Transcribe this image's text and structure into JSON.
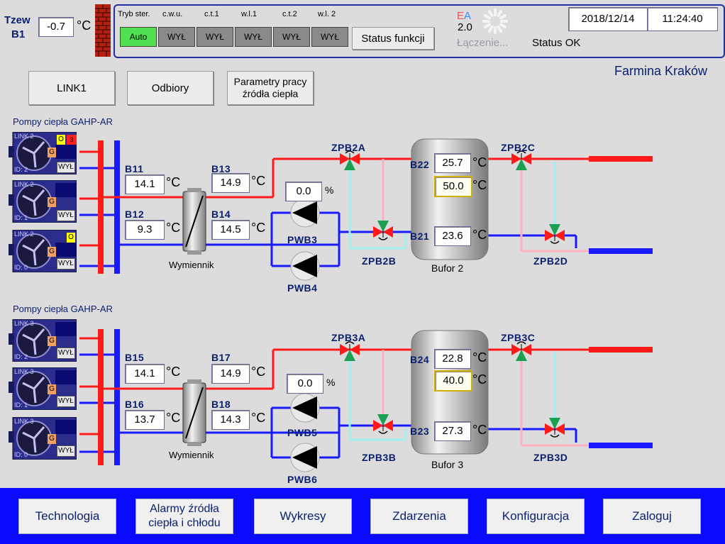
{
  "header": {
    "tzew_label": "Tzew",
    "tzew_sensor": "B1",
    "tzew_value": "-0.7",
    "unit_c": "°C",
    "mode_labels": [
      "Tryb ster.",
      "c.w.u.",
      "c.t.1",
      "w.l.1",
      "c.t.2",
      "w.l. 2"
    ],
    "mode_buttons": [
      "Auto",
      "WYŁ",
      "WYŁ",
      "WYŁ",
      "WYŁ",
      "WYŁ"
    ],
    "status_funkcji": "Status funkcji",
    "ea_e": "E",
    "ea_a": "A",
    "ea_version": "2.0",
    "connecting": "Łączenie...",
    "status_ok": "Status OK",
    "date": "2018/12/14",
    "time": "11:24:40",
    "site": "Farmina Kraków"
  },
  "nav": {
    "link1": "LINK1",
    "odbiory": "Odbiory",
    "parametry": "Parametry pracy źródła ciepła"
  },
  "group1": {
    "title": "Pompy ciepła GAHP-AR",
    "units": [
      {
        "link": "LINK 2",
        "id": "ID: 2",
        "g": "G",
        "o": "O",
        "alarm": "3",
        "wyl": "WYŁ"
      },
      {
        "link": "LINK 2",
        "id": "ID: 1",
        "g": "G",
        "wyl": "WYŁ"
      },
      {
        "link": "LINK 2",
        "id": "ID: 0",
        "g": "G",
        "o": "O",
        "wyl": "WYŁ"
      }
    ],
    "sensors": {
      "b11": "B11",
      "b11v": "14.1",
      "b12": "B12",
      "b12v": "9.3",
      "b13": "B13",
      "b13v": "14.9",
      "b14": "B14",
      "b14v": "14.5"
    },
    "exchanger": "Wymiennik",
    "pump_pct": "0.0",
    "pct": "%",
    "pumps": [
      "PWB3",
      "PWB4"
    ],
    "valves": [
      "ZPB2A",
      "ZPB2B",
      "ZPB2C",
      "ZPB2D"
    ],
    "buffer": {
      "name": "Bufor 2",
      "b22": "B22",
      "b22v": "25.7",
      "setpoint": "50.0",
      "b21": "B21",
      "b21v": "23.6"
    }
  },
  "group2": {
    "title": "Pompy ciepła GAHP-AR",
    "units": [
      {
        "link": "LINK 3",
        "id": "ID: 2",
        "g": "G",
        "wyl": "WYŁ"
      },
      {
        "link": "LINK 3",
        "id": "ID: 1",
        "g": "G",
        "wyl": "WYŁ"
      },
      {
        "link": "LINK 3",
        "id": "ID: 0",
        "g": "G",
        "wyl": "WYŁ"
      }
    ],
    "sensors": {
      "b15": "B15",
      "b15v": "14.1",
      "b16": "B16",
      "b16v": "13.7",
      "b17": "B17",
      "b17v": "14.9",
      "b18": "B18",
      "b18v": "14.3"
    },
    "exchanger": "Wymiennik",
    "pump_pct": "0.0",
    "pct": "%",
    "pumps": [
      "PWB5",
      "PWB6"
    ],
    "valves": [
      "ZPB3A",
      "ZPB3B",
      "ZPB3C",
      "ZPB3D"
    ],
    "buffer": {
      "name": "Bufor 3",
      "b24": "B24",
      "b24v": "22.8",
      "setpoint": "40.0",
      "b23": "B23",
      "b23v": "27.3"
    }
  },
  "footer": [
    "Technologia",
    "Alarmy źródła ciepła i chłodu",
    "Wykresy",
    "Zdarzenia",
    "Konfiguracja",
    "Zaloguj"
  ],
  "colors": {
    "supply": "#ff1a1a",
    "return": "#1a1aff",
    "bg": "#dcdcdc",
    "footer": "#0a0aff",
    "auto_on": "#50e050"
  }
}
